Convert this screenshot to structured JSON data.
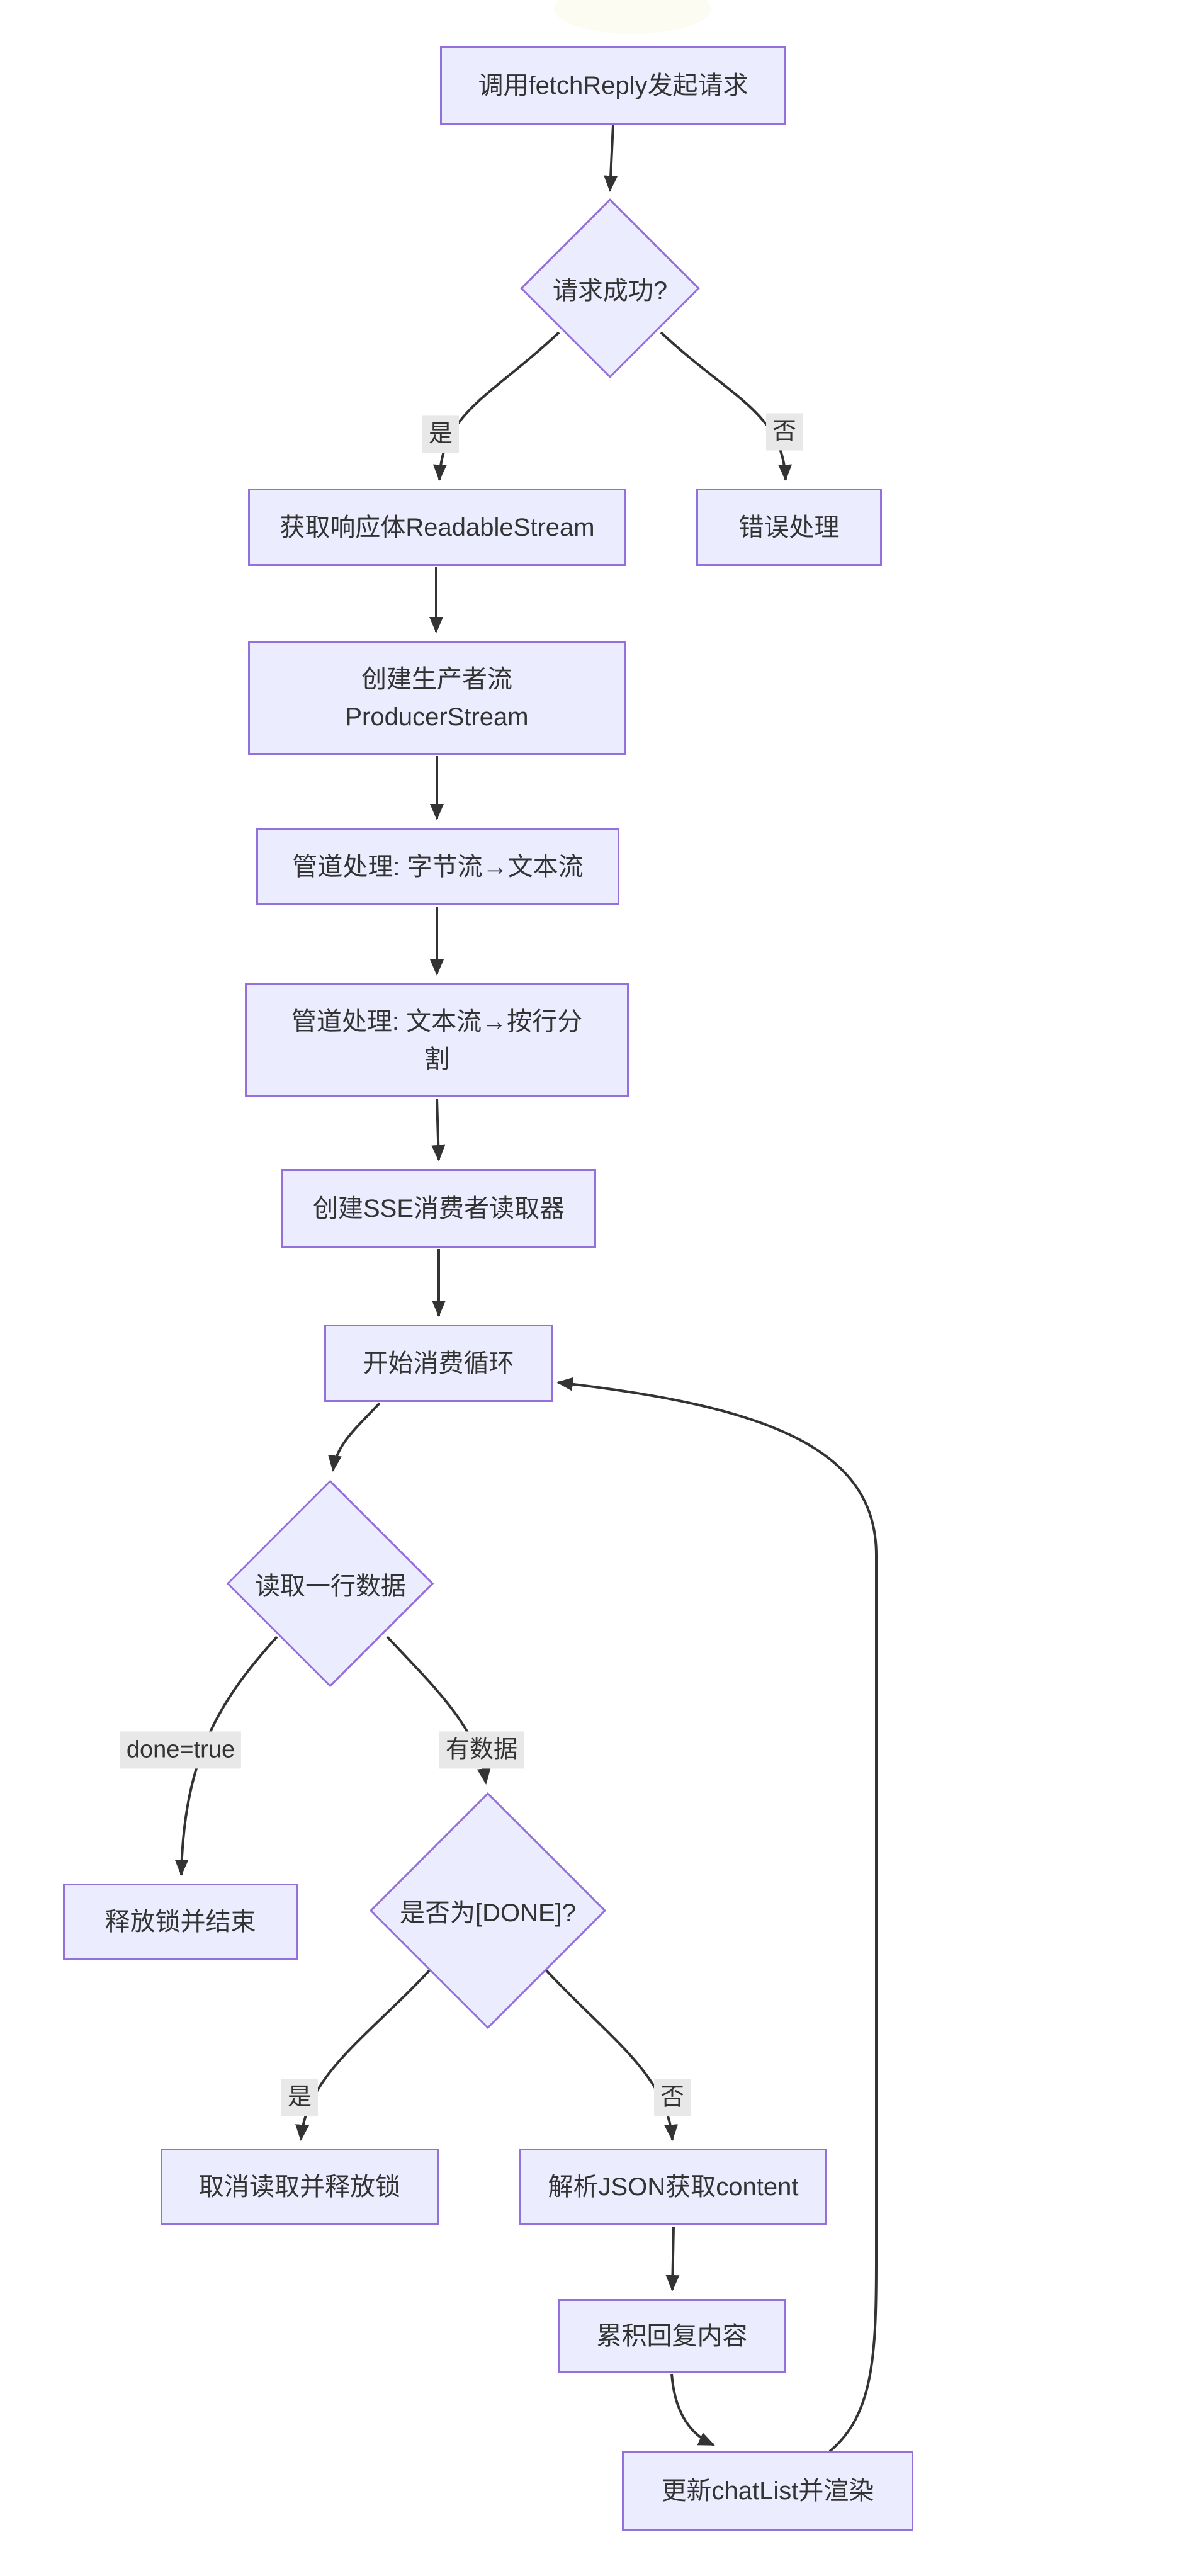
{
  "page": {
    "background": "#ffffff"
  },
  "diagram": {
    "type": "flowchart",
    "direction": "top-down",
    "colors": {
      "node_fill": "#ECECFF",
      "node_border": "#9370DB",
      "edge": "#333333",
      "text": "#333333",
      "edge_label_bg": "#e8e8e8"
    },
    "nodes": {
      "call_fetch_reply": {
        "shape": "rect",
        "label": "调用fetchReply发起请求"
      },
      "request_success": {
        "shape": "diamond",
        "label": "请求成功?"
      },
      "get_readable_stream": {
        "shape": "rect",
        "label": "获取响应体ReadableStream"
      },
      "error_handling": {
        "shape": "rect",
        "label": "错误处理"
      },
      "create_producer_stream": {
        "shape": "rect",
        "label": "创建生产者流 ProducerStream"
      },
      "pipe_bytes_to_text": {
        "shape": "rect",
        "label": "管道处理: 字节流→文本流"
      },
      "pipe_text_split_lines": {
        "shape": "rect",
        "label": "管道处理: 文本流→按行分割"
      },
      "create_sse_reader": {
        "shape": "rect",
        "label": "创建SSE消费者读取器"
      },
      "start_consume_loop": {
        "shape": "rect",
        "label": "开始消费循环"
      },
      "read_line": {
        "shape": "diamond",
        "label": "读取一行数据"
      },
      "release_lock_end": {
        "shape": "rect",
        "label": "释放锁并结束"
      },
      "is_done_token": {
        "shape": "diamond",
        "label": "是否为[DONE]?"
      },
      "cancel_read_release_lock": {
        "shape": "rect",
        "label": "取消读取并释放锁"
      },
      "parse_json_content": {
        "shape": "rect",
        "label": "解析JSON获取content"
      },
      "accumulate_reply": {
        "shape": "rect",
        "label": "累积回复内容"
      },
      "update_chatlist_render": {
        "shape": "rect",
        "label": "更新chatList并渲染"
      }
    },
    "edge_labels": {
      "yes1": "是",
      "no1": "否",
      "done_true": "done=true",
      "has_data": "有数据",
      "yes2": "是",
      "no2": "否"
    },
    "edges": [
      {
        "from": "call_fetch_reply",
        "to": "request_success",
        "label": ""
      },
      {
        "from": "request_success",
        "to": "get_readable_stream",
        "label": "是"
      },
      {
        "from": "request_success",
        "to": "error_handling",
        "label": "否"
      },
      {
        "from": "get_readable_stream",
        "to": "create_producer_stream",
        "label": ""
      },
      {
        "from": "create_producer_stream",
        "to": "pipe_bytes_to_text",
        "label": ""
      },
      {
        "from": "pipe_bytes_to_text",
        "to": "pipe_text_split_lines",
        "label": ""
      },
      {
        "from": "pipe_text_split_lines",
        "to": "create_sse_reader",
        "label": ""
      },
      {
        "from": "create_sse_reader",
        "to": "start_consume_loop",
        "label": ""
      },
      {
        "from": "start_consume_loop",
        "to": "read_line",
        "label": ""
      },
      {
        "from": "read_line",
        "to": "release_lock_end",
        "label": "done=true"
      },
      {
        "from": "read_line",
        "to": "is_done_token",
        "label": "有数据"
      },
      {
        "from": "is_done_token",
        "to": "cancel_read_release_lock",
        "label": "是"
      },
      {
        "from": "is_done_token",
        "to": "parse_json_content",
        "label": "否"
      },
      {
        "from": "parse_json_content",
        "to": "accumulate_reply",
        "label": ""
      },
      {
        "from": "accumulate_reply",
        "to": "update_chatlist_render",
        "label": ""
      },
      {
        "from": "update_chatlist_render",
        "to": "start_consume_loop",
        "label": ""
      }
    ]
  }
}
